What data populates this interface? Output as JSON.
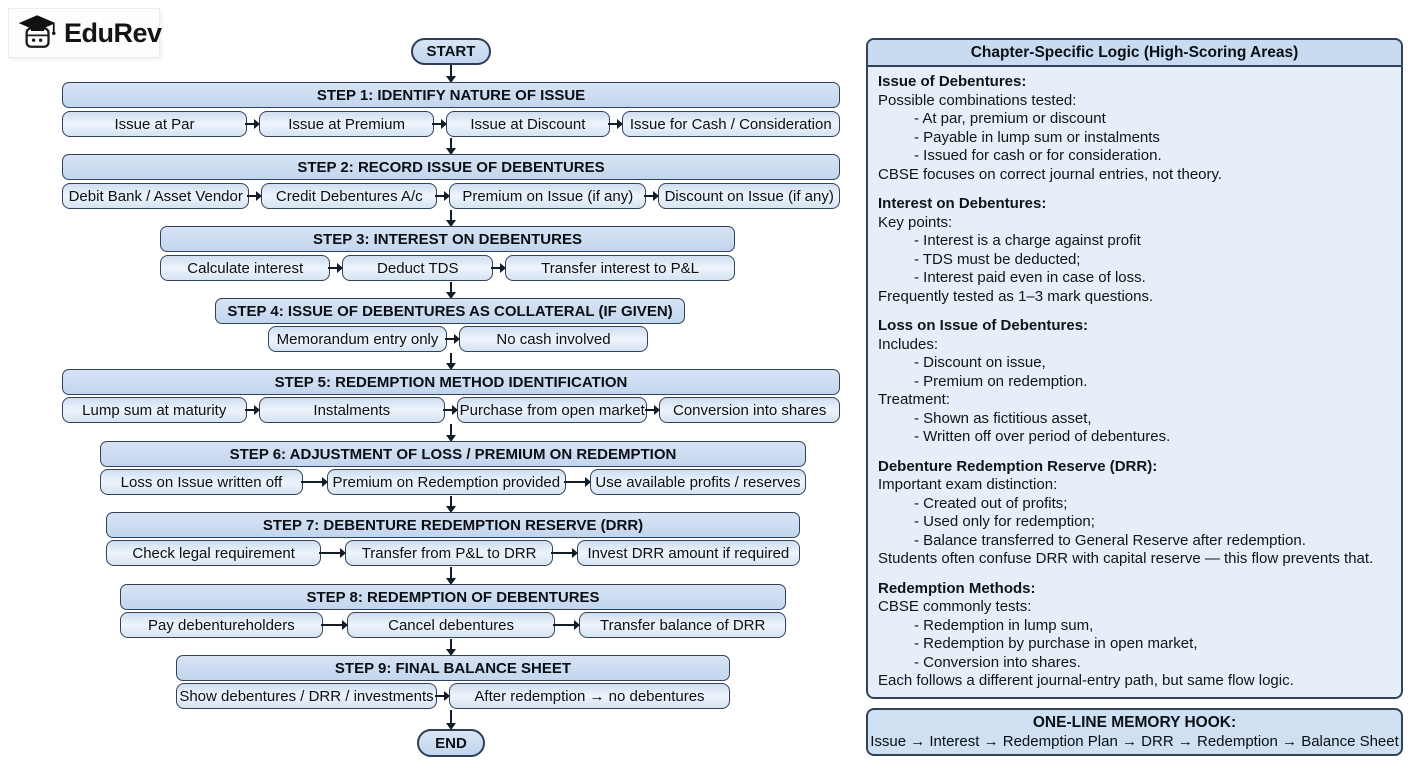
{
  "colors": {
    "box_border": "#32425a",
    "header_fill": "#c7d9ef",
    "sub_box_fill": "#e2ebf6",
    "panel_fill": "#e6eef7",
    "hook_fill": "#cfe0f2",
    "arrow": "#141c29",
    "page_bg": "#ffffff"
  },
  "logo": {
    "brand": "EduRev"
  },
  "flow": {
    "start_label": "START",
    "end_label": "END",
    "steps": [
      {
        "title": "STEP 1: IDENTIFY NATURE OF ISSUE",
        "items": [
          "Issue at Par",
          "Issue at Premium",
          "Issue at Discount",
          "Issue for Cash / Consideration"
        ]
      },
      {
        "title": "STEP 2: RECORD ISSUE OF DEBENTURES",
        "items": [
          "Debit Bank / Asset Vendor",
          "Credit Debentures A/c",
          "Premium on Issue (if any)",
          "Discount on Issue (if any)"
        ]
      },
      {
        "title": "STEP 3: INTEREST ON DEBENTURES",
        "items": [
          "Calculate interest",
          "Deduct TDS",
          "Transfer interest to P&L"
        ]
      },
      {
        "title": "STEP 4: ISSUE OF DEBENTURES AS COLLATERAL (IF GIVEN)",
        "items": [
          "Memorandum entry only",
          "No cash involved"
        ]
      },
      {
        "title": "STEP 5: REDEMPTION METHOD IDENTIFICATION",
        "items": [
          "Lump sum at maturity",
          "Instalments",
          "Purchase from open market",
          "Conversion into shares"
        ]
      },
      {
        "title": "STEP 6: ADJUSTMENT OF LOSS / PREMIUM ON REDEMPTION",
        "items": [
          "Loss on Issue written off",
          "Premium on Redemption provided",
          "Use available profits / reserves"
        ]
      },
      {
        "title": "STEP 7: DEBENTURE REDEMPTION RESERVE (DRR)",
        "items": [
          "Check legal requirement",
          "Transfer from P&L to DRR",
          "Invest DRR amount if required"
        ]
      },
      {
        "title": "STEP 8: REDEMPTION OF DEBENTURES",
        "items": [
          "Pay debentureholders",
          "Cancel debentures",
          "Transfer balance of DRR"
        ]
      },
      {
        "title": "STEP 9: FINAL BALANCE SHEET",
        "items": [
          "Show debentures / DRR / investments",
          "After redemption → no debentures"
        ]
      }
    ]
  },
  "panel": {
    "title": "Chapter-Specific Logic (High-Scoring Areas)",
    "sections": [
      {
        "heading": "Issue of Debentures:",
        "lines": [
          "Possible combinations tested:",
          "- At par, premium or discount",
          "- Payable in lump sum or instalments",
          "- Issued for cash or for consideration.",
          "CBSE focuses on correct journal entries, not theory."
        ]
      },
      {
        "heading": "Interest on Debentures:",
        "lines": [
          "Key points:",
          "- Interest is a charge against profit",
          "- TDS must be deducted;",
          "- Interest paid even in case of loss.",
          "Frequently tested as 1–3 mark questions."
        ]
      },
      {
        "heading": "Loss on Issue of Debentures:",
        "lines": [
          "Includes:",
          "- Discount on issue,",
          "- Premium on redemption.",
          "Treatment:",
          "- Shown as fictitious asset,",
          "- Written off over period of debentures."
        ]
      },
      {
        "heading": "Debenture Redemption Reserve (DRR):",
        "lines": [
          "Important exam distinction:",
          "- Created out of profits;",
          "- Used only for redemption;",
          "- Balance transferred to General Reserve after redemption.",
          "Students often confuse DRR with capital reserve — this flow prevents that."
        ]
      },
      {
        "heading": "Redemption Methods:",
        "lines": [
          "CBSE commonly tests:",
          "- Redemption in lump sum,",
          "- Redemption by purchase in open market,",
          "- Conversion into shares.",
          "Each follows a different journal-entry path, but same flow logic."
        ]
      }
    ]
  },
  "memory_hook": {
    "title": "ONE-LINE MEMORY HOOK:",
    "line": "Issue → Interest → Redemption Plan → DRR → Redemption → Balance Sheet"
  }
}
